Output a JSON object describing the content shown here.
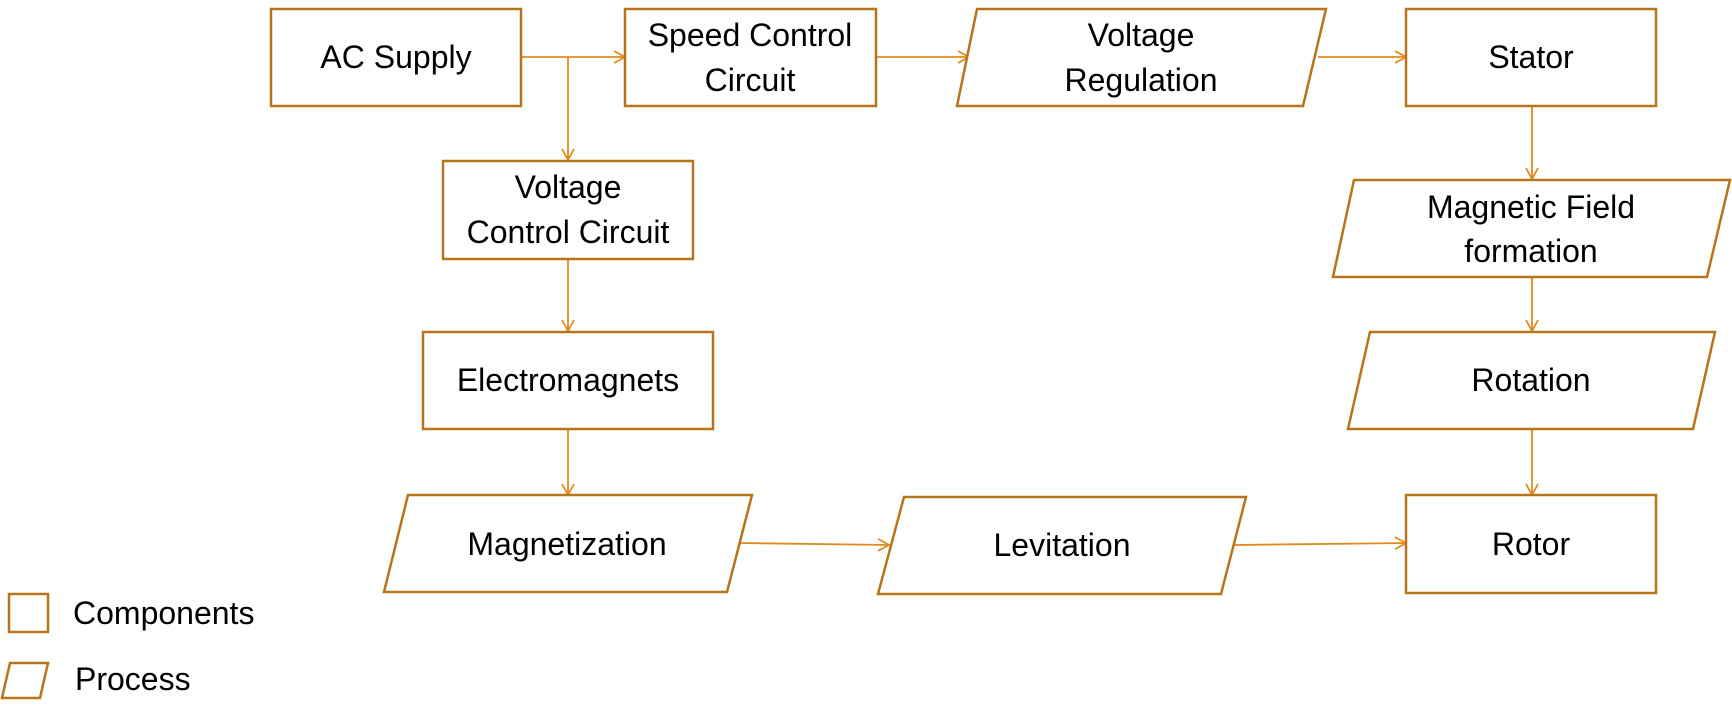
{
  "colors": {
    "node_stroke": "#b8741a",
    "arrow": "#e08a1e",
    "text": "#000000",
    "background": "#ffffff"
  },
  "nodes": {
    "ac_supply": {
      "shape": "component",
      "lines": [
        "AC Supply"
      ]
    },
    "speed_control": {
      "shape": "component",
      "lines": [
        "Speed Control",
        "Circuit"
      ]
    },
    "voltage_regulation": {
      "shape": "process",
      "lines": [
        "Voltage",
        "Regulation"
      ]
    },
    "stator": {
      "shape": "component",
      "lines": [
        "Stator"
      ]
    },
    "voltage_control": {
      "shape": "component",
      "lines": [
        "Voltage",
        "Control Circuit"
      ]
    },
    "magnetic_field": {
      "shape": "process",
      "lines": [
        "Magnetic Field",
        "formation"
      ]
    },
    "electromagnets": {
      "shape": "component",
      "lines": [
        "Electromagnets"
      ]
    },
    "rotation": {
      "shape": "process",
      "lines": [
        "Rotation"
      ]
    },
    "magnetization": {
      "shape": "process",
      "lines": [
        "Magnetization"
      ]
    },
    "levitation": {
      "shape": "process",
      "lines": [
        "Levitation"
      ]
    },
    "rotor": {
      "shape": "component",
      "lines": [
        "Rotor"
      ]
    }
  },
  "edges": [
    {
      "from": "ac_supply",
      "to": "speed_control"
    },
    {
      "from": "ac_supply",
      "to": "voltage_control"
    },
    {
      "from": "speed_control",
      "to": "voltage_regulation"
    },
    {
      "from": "voltage_regulation",
      "to": "stator"
    },
    {
      "from": "stator",
      "to": "magnetic_field"
    },
    {
      "from": "magnetic_field",
      "to": "rotation"
    },
    {
      "from": "rotation",
      "to": "rotor"
    },
    {
      "from": "voltage_control",
      "to": "electromagnets"
    },
    {
      "from": "electromagnets",
      "to": "magnetization"
    },
    {
      "from": "magnetization",
      "to": "levitation"
    },
    {
      "from": "levitation",
      "to": "rotor"
    }
  ],
  "legend": {
    "components_label": "Components",
    "process_label": "Process"
  }
}
